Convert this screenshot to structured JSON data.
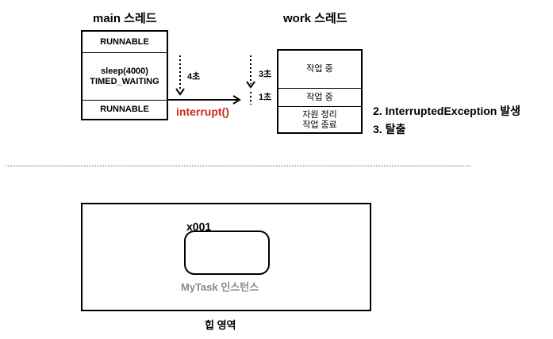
{
  "main_thread": {
    "title": "main 스레드",
    "states": [
      "RUNNABLE",
      "sleep(4000)",
      "TIMED_WAITING",
      "RUNNABLE"
    ]
  },
  "work_thread": {
    "title": "work 스레드",
    "states": [
      "작업 중",
      "작업 중",
      "자원 정리",
      "작업 종료"
    ]
  },
  "timeline": {
    "main_wait": "4초",
    "work_first": "3초",
    "work_second": "1초"
  },
  "interrupt_label": "interrupt()",
  "notes": [
    "2. InterruptedException 발생",
    "3. 탈출"
  ],
  "heap": {
    "area_label": "힙 영역",
    "object_ref": "x001",
    "object_label": "MyTask 인스턴스"
  },
  "colors": {
    "interrupt": "#d02a1e",
    "instance_label": "#8a8a8a"
  }
}
